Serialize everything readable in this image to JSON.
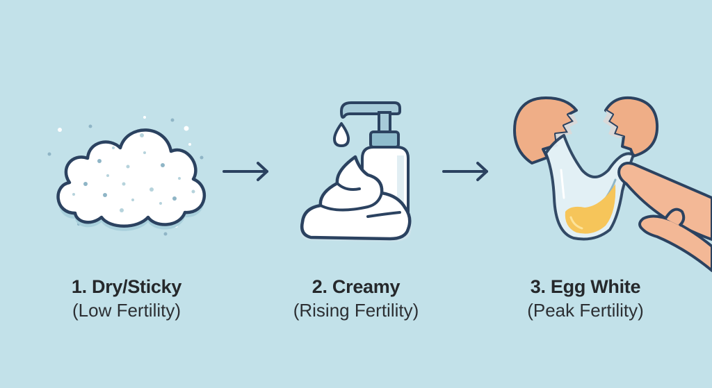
{
  "infographic": {
    "background_color": "#c2e1e9",
    "outline_color": "#2b4260",
    "arrow_icon": "right-arrow-icon",
    "stages": [
      {
        "title": "1. Dry/Sticky",
        "subtitle": "(Low Fertility)",
        "icon": "cloud-icon"
      },
      {
        "title": "2. Creamy",
        "subtitle": "(Rising Fertility)",
        "icon": "lotion-pump-bottle-icon"
      },
      {
        "title": "3. Egg White",
        "subtitle": "(Peak Fertility)",
        "icon": "cracked-egg-stretch-icon"
      }
    ]
  }
}
